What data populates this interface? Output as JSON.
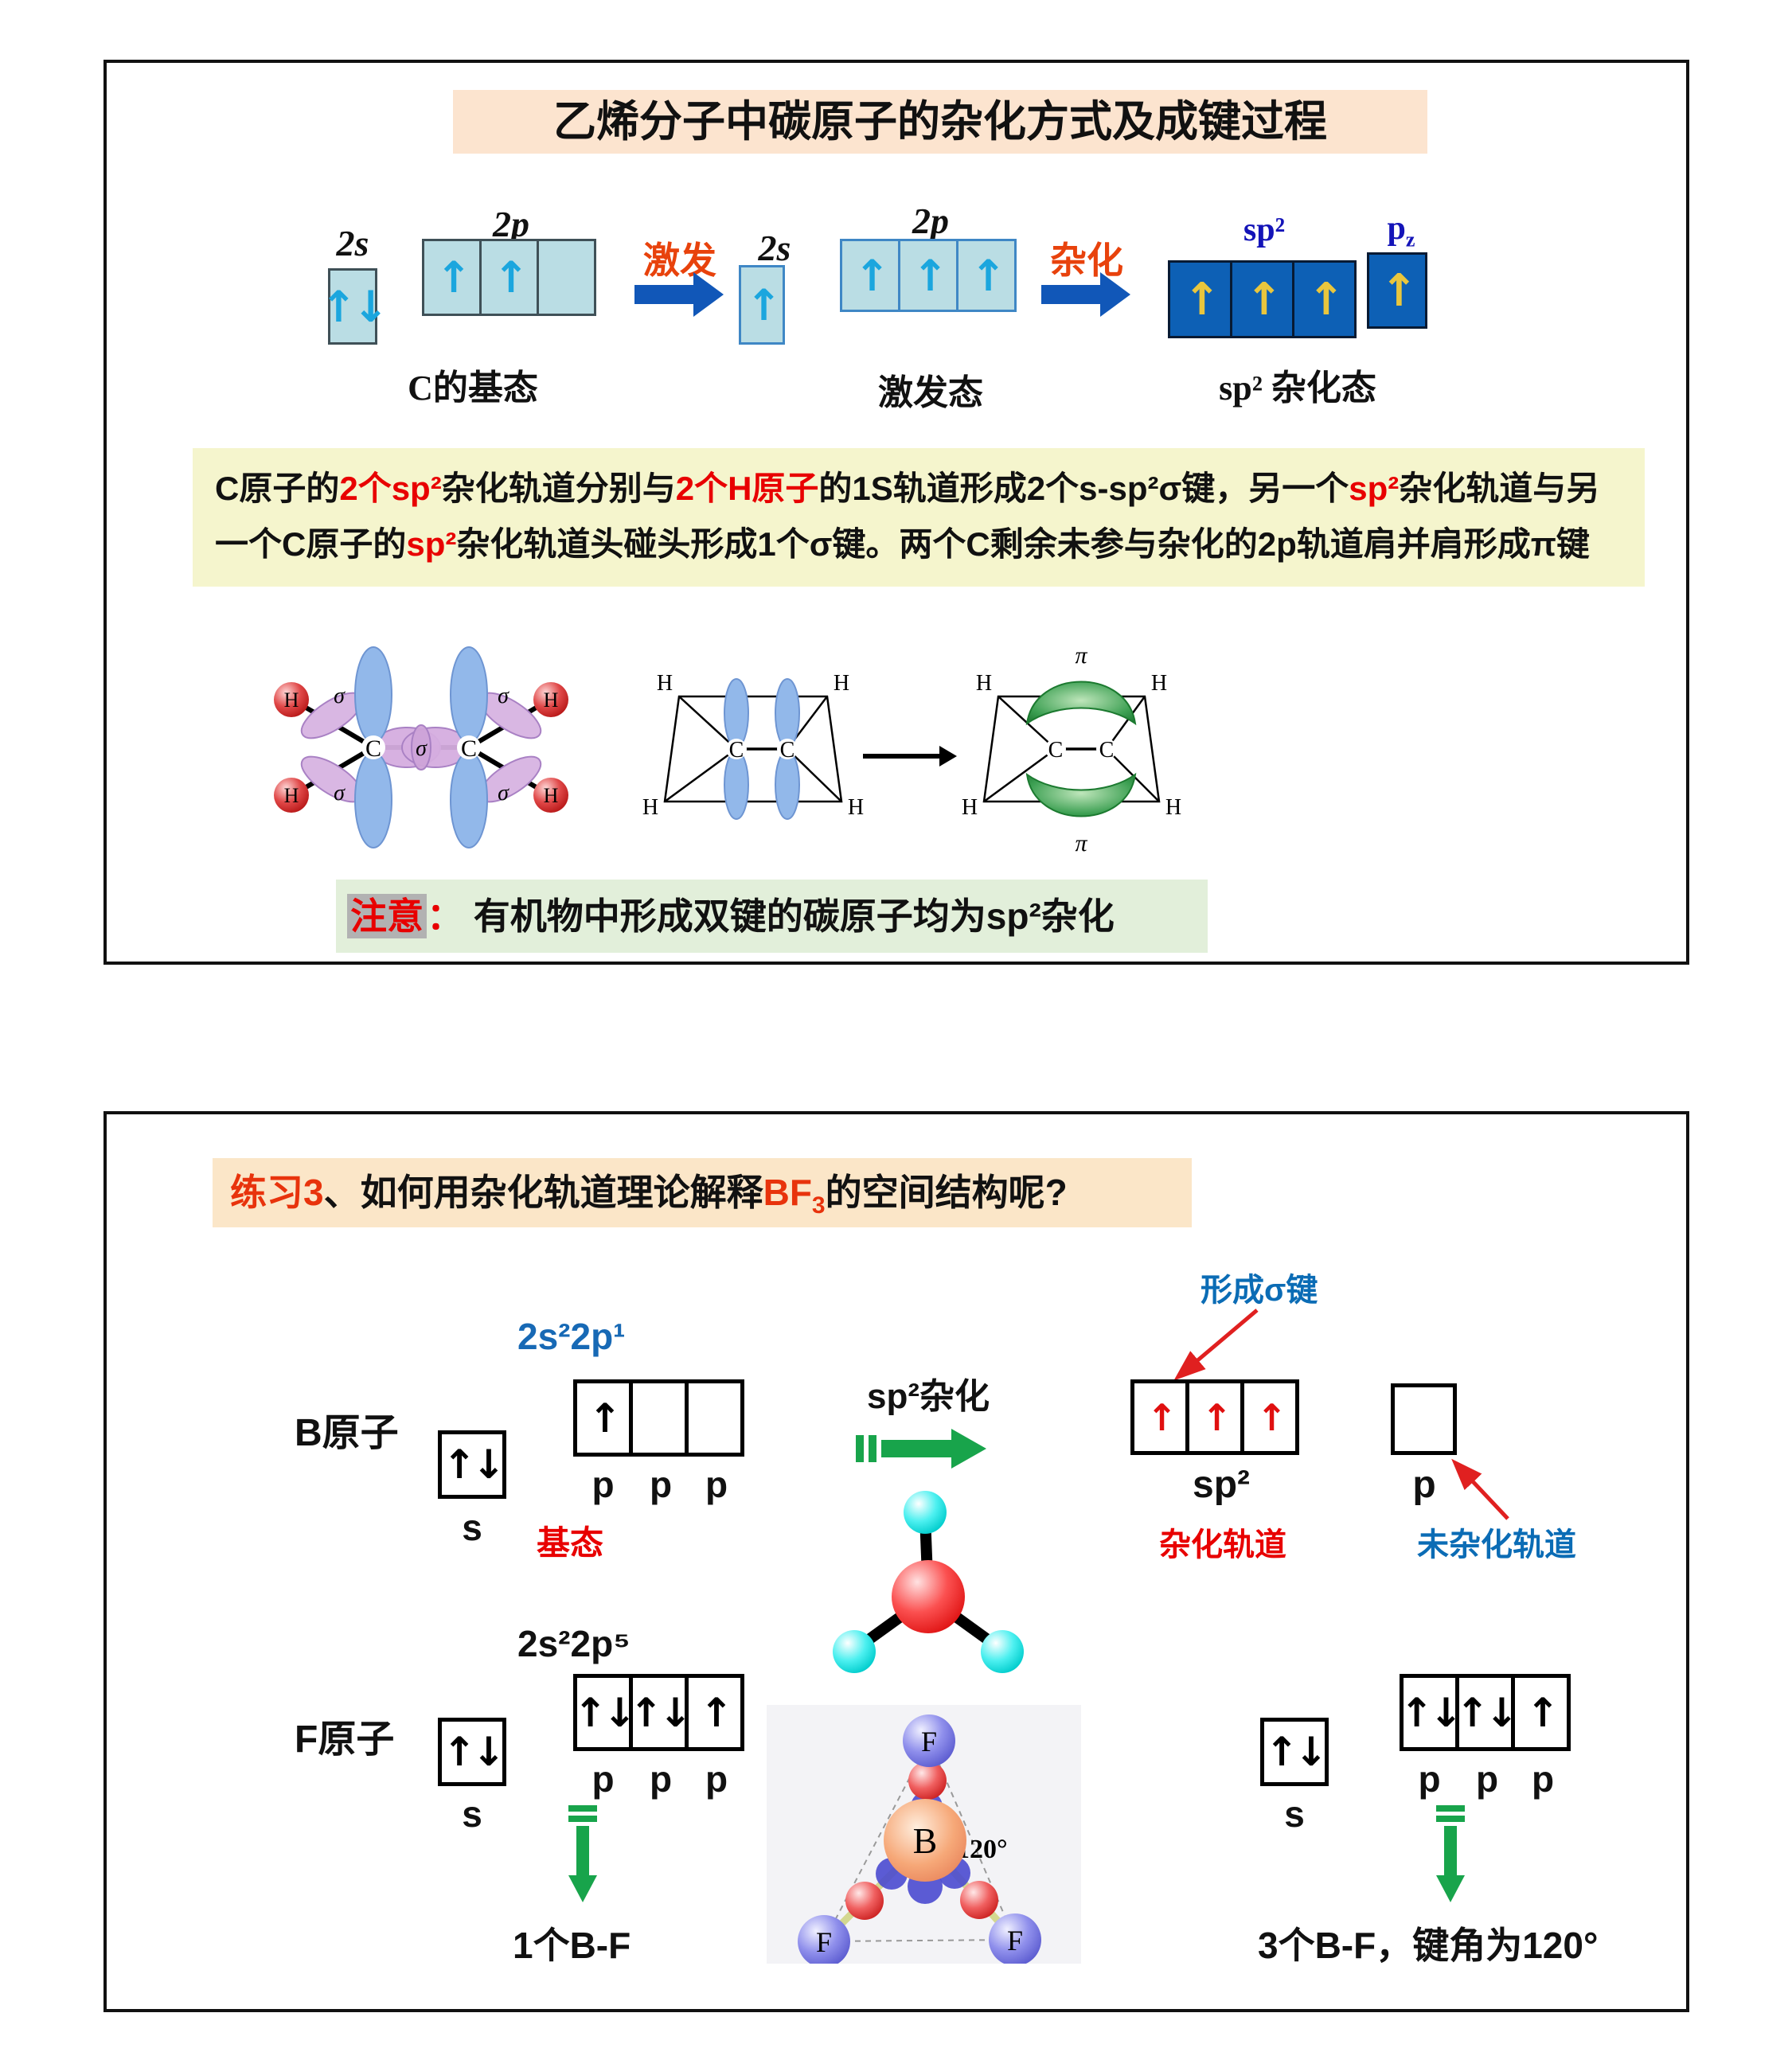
{
  "panel_ethylene": {
    "title": "乙烯分子中碳原子的杂化方式及成键过程",
    "ground_state": {
      "s_label": "2s",
      "p_label": "2p",
      "s_box": "↑↓",
      "p_boxes": [
        "↑",
        "↑",
        ""
      ],
      "caption": "C的基态"
    },
    "excite_label": "激发",
    "excited_state": {
      "s_label": "2s",
      "p_label": "2p",
      "s_box": "↑",
      "p_boxes": [
        "↑",
        "↑",
        "↑"
      ],
      "caption": "激发态"
    },
    "hybridize_label": "杂化",
    "hybrid_state": {
      "sp2_label": "sp²",
      "pz_main": "p",
      "pz_sub": "z",
      "sp2_boxes": [
        "↑",
        "↑",
        "↑"
      ],
      "pz_box": "↑",
      "caption": "sp² 杂化态"
    },
    "description": {
      "l1s1": "C原子的",
      "l1s2": "2个sp²",
      "l1s3": "杂化轨道分别与",
      "l1s4": "2个H原子",
      "l1s5": "的1S轨道形成2个s-sp²σ键，另一个",
      "l1s6": "sp²",
      "l1s7": "杂化轨道与另",
      "l2s1": "一个C原子的",
      "l2s2": "sp²",
      "l2s3": "杂化轨道头碰头形成1个σ键。两个C剩余未参与杂化的2p轨道肩并肩形成π键"
    },
    "molecule_labels": {
      "h": "H",
      "c": "C",
      "sigma": "σ",
      "pi": "π"
    },
    "note": {
      "chip": "注意",
      "colon": "：",
      "text": "有机物中形成双键的碳原子均为sp²杂化"
    }
  },
  "panel_bf3": {
    "title": {
      "s1": "练习3",
      "s2": "、如何用杂化轨道理论解释",
      "s3": "BF",
      "s3sub": "3",
      "s4": "的空间结构呢?"
    },
    "b_atom": {
      "config": "2s²2p¹",
      "label": "B原子",
      "s_box": "↑↓",
      "s_label": "s",
      "p_boxes": [
        "↑",
        "",
        ""
      ],
      "p_labels": [
        "p",
        "p",
        "p"
      ],
      "caption": "基态",
      "hybrid_arrow_label": "sp²杂化",
      "sigma_note": "形成σ键",
      "sp2_boxes": [
        "↑",
        "↑",
        "↑"
      ],
      "sp2_label": "sp²",
      "p_box": "",
      "p_label": "p",
      "hybrid_caption": "杂化轨道",
      "unhybrid_caption": "未杂化轨道"
    },
    "f_atom": {
      "config": "2s²2p⁵",
      "label": "F原子",
      "left": {
        "s_box": "↑↓",
        "s_label": "s",
        "p_boxes": [
          "↑↓",
          "↑↓",
          "↑"
        ],
        "p_labels": [
          "p",
          "p",
          "p"
        ],
        "result": "1个B-F"
      },
      "right": {
        "s_box": "↑↓",
        "s_label": "s",
        "p_boxes": [
          "↑↓",
          "↑↓",
          "↑"
        ],
        "p_labels": [
          "p",
          "p",
          "p"
        ],
        "result": "3个B-F，键角为120°"
      }
    },
    "model_labels": {
      "f": "F",
      "b": "B",
      "angle": "120°"
    },
    "colors": {
      "accent_red": "#e8330c",
      "accent_blue": "#0b6cb5",
      "green_arrow": "#18a44b"
    }
  }
}
